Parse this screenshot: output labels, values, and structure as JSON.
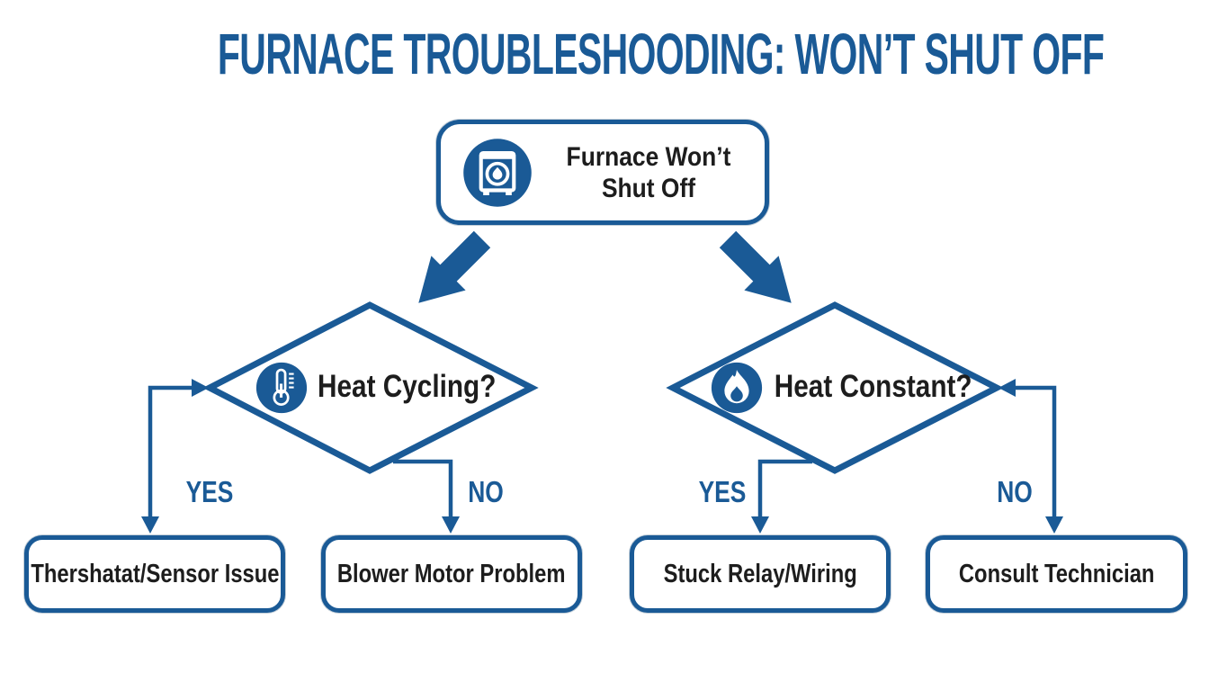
{
  "title": "FURNACE TROUBLESHOODING: WON’T SHUT OFF",
  "flowchart": {
    "start": {
      "label": "Furnace Won’t\nShut Off",
      "icon": "furnace-icon"
    },
    "decisions": [
      {
        "id": "heat-cycling",
        "label": "Heat Cycling?",
        "icon": "thermometer-icon",
        "yes_label": "YES",
        "no_label": "NO",
        "yes_target": "Thershatat/Sensor Issue",
        "no_target": "Blower Motor Problem"
      },
      {
        "id": "heat-constant",
        "label": "Heat Constant?",
        "icon": "flame-icon",
        "yes_label": "YES",
        "no_label": "NO",
        "yes_target": "Stuck Relay/Wiring",
        "no_target": "Consult Technician"
      }
    ],
    "outcomes": [
      {
        "label": "Thershatat/Sensor Issue"
      },
      {
        "label": "Blower Motor Problem"
      },
      {
        "label": "Stuck Relay/Wiring"
      },
      {
        "label": "Consult Technician"
      }
    ]
  },
  "colors": {
    "primary_blue": "#1a5a96",
    "text_black": "#1d1d1d",
    "background": "#ffffff"
  }
}
